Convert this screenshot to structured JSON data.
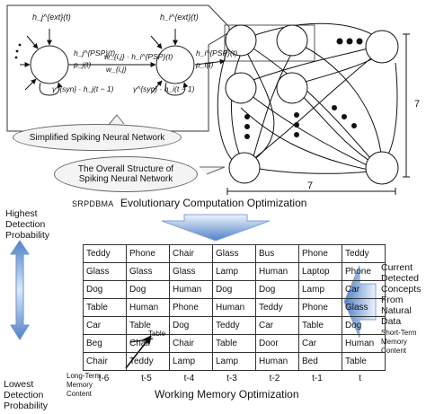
{
  "network": {
    "callout_simplified": "Simplified Spiking Neural Network",
    "callout_overall": "The Overall Structure of Spiking Neural Network",
    "dim_right": "7",
    "dim_bottom": "7",
    "eq": {
      "hj_ext": "h_j^{ext}(t)",
      "hi_ext": "h_i^{ext}(t)",
      "hj_psp": "h_j^{PSP}(t)",
      "pj": "p_j(t)",
      "wij_hpsp": "w_{i,j} · h_i^{PSP}(t)",
      "wij": "w_{i,j}",
      "hi_psp": "h_i^{PSP}(t)",
      "pi": "p_i(t)",
      "gamma_left": "γ^{syn} · h_j(t − 1)",
      "gamma_right": "γ^{syn} · h_i(t − 1)"
    }
  },
  "heading_srpdbma": "SRPDBMA",
  "heading_evo": "Evolutionary Computation Optimization",
  "heading_wm": "Working Memory Optimization",
  "left_top": [
    "Highest",
    "Detection",
    "Probability"
  ],
  "left_bottom": [
    "Lowest",
    "Detection",
    "Probability"
  ],
  "right_text": [
    "Current",
    "Detected",
    "Concepts",
    "From",
    "Natural",
    "Data"
  ],
  "short_term": [
    "Short-Term",
    "Memory",
    "Content"
  ],
  "long_term": [
    "Long-Term",
    "Memory",
    "Content"
  ],
  "crossed_correction": "Table",
  "grid": [
    [
      "Teddy",
      "Phone",
      "Chair",
      "Glass",
      "Bus",
      "Phone",
      "Teddy"
    ],
    [
      "Glass",
      "Glass",
      "Glass",
      "Lamp",
      "Human",
      "Laptop",
      "Phone"
    ],
    [
      "Dog",
      "Dog",
      "Human",
      "Dog",
      "Dog",
      "Lamp",
      "Car"
    ],
    [
      "Table",
      "Human",
      "Phone",
      "Human",
      "Teddy",
      "Phone",
      "Glass"
    ],
    [
      "Car",
      "Table",
      "Dog",
      "Teddy",
      "Car",
      "Table",
      "Dog"
    ],
    [
      "Beg",
      "Chair",
      "Chair",
      "Table",
      "Door",
      "Car",
      "Human"
    ],
    [
      "Chair",
      "Teddy",
      "Lamp",
      "Lamp",
      "Human",
      "Bed",
      "Table"
    ]
  ],
  "time_labels": [
    "t-6",
    "t-5",
    "t-4",
    "t-3",
    "t-2",
    "t-1",
    "t"
  ],
  "colors": {
    "arrow_light": "#dce8f8",
    "arrow_dark": "#4f81c7",
    "callout_fill": "#f4f4f4"
  }
}
